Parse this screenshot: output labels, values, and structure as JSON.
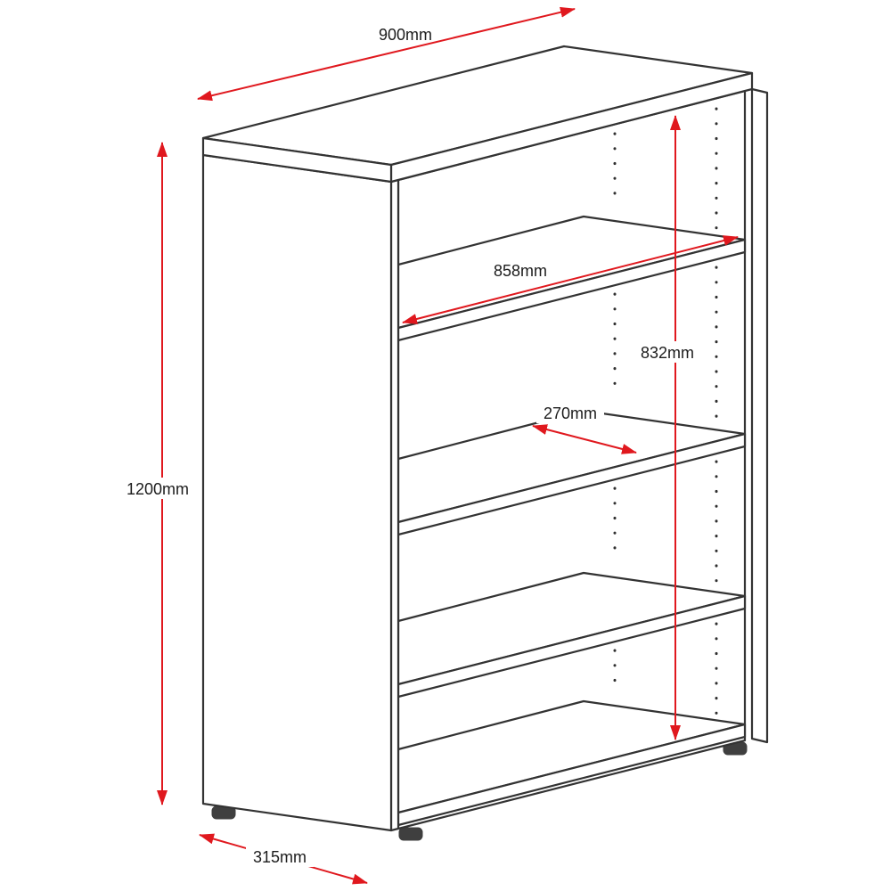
{
  "diagram": {
    "object": "bookcase dimension drawing",
    "dimensions": {
      "overall_width": {
        "label": "900mm"
      },
      "overall_height": {
        "label": "1200mm"
      },
      "overall_depth": {
        "label": "315mm"
      },
      "internal_width": {
        "label": "858mm"
      },
      "internal_height": {
        "label": "832mm"
      },
      "shelf_depth": {
        "label": "270mm"
      }
    },
    "colors": {
      "outline": "#333333",
      "dimension_arrow": "#e0181e",
      "label_text": "#1c1c1c",
      "background": "#ffffff"
    }
  }
}
